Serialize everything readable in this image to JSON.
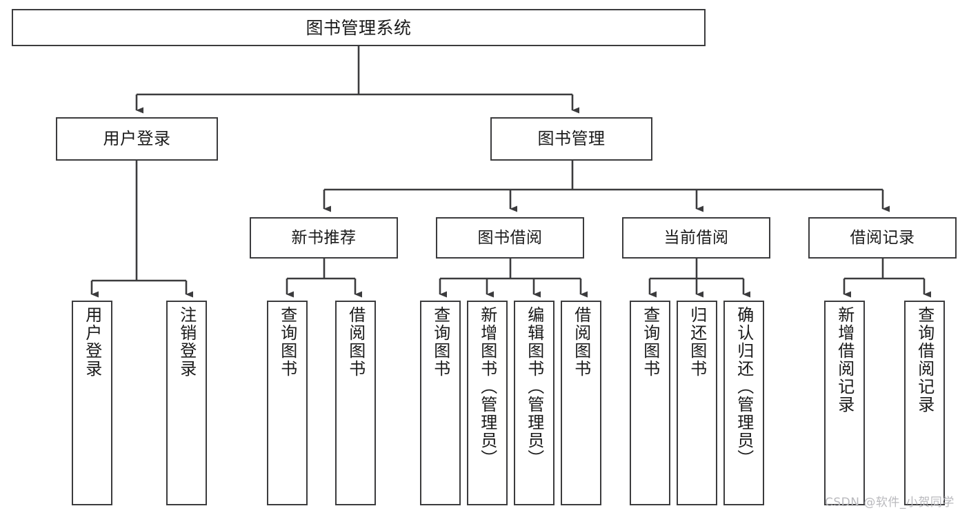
{
  "diagram": {
    "title": "图书管理系统",
    "watermark": "CSDN @软件_小贺同学",
    "colors": {
      "stroke": "#3b3b3d",
      "fill": "#ffffff",
      "text": "#1a1a1a",
      "watermark": "#b9b9bd"
    },
    "nodes": {
      "root": {
        "label": "图书管理系统"
      },
      "level1": [
        {
          "label": "用户登录"
        },
        {
          "label": "图书管理"
        }
      ],
      "level2": [
        {
          "label": "新书推荐"
        },
        {
          "label": "图书借阅"
        },
        {
          "label": "当前借阅"
        },
        {
          "label": "借阅记录"
        }
      ],
      "leaves_user_login": [
        {
          "label": "用户登录"
        },
        {
          "label": "注销登录"
        }
      ],
      "leaves_new_books": [
        {
          "label": "查询图书"
        },
        {
          "label": "借阅图书"
        }
      ],
      "leaves_book_borrow": [
        {
          "label": "查询图书"
        },
        {
          "label": "新增图书（管理员）"
        },
        {
          "label": "编辑图书（管理员）"
        },
        {
          "label": "借阅图书"
        }
      ],
      "leaves_current_borrow": [
        {
          "label": "查询图书"
        },
        {
          "label": "归还图书"
        },
        {
          "label": "确认归还（管理员）"
        }
      ],
      "leaves_borrow_record": [
        {
          "label": "新增借阅记录"
        },
        {
          "label": "查询借阅记录"
        }
      ]
    }
  }
}
